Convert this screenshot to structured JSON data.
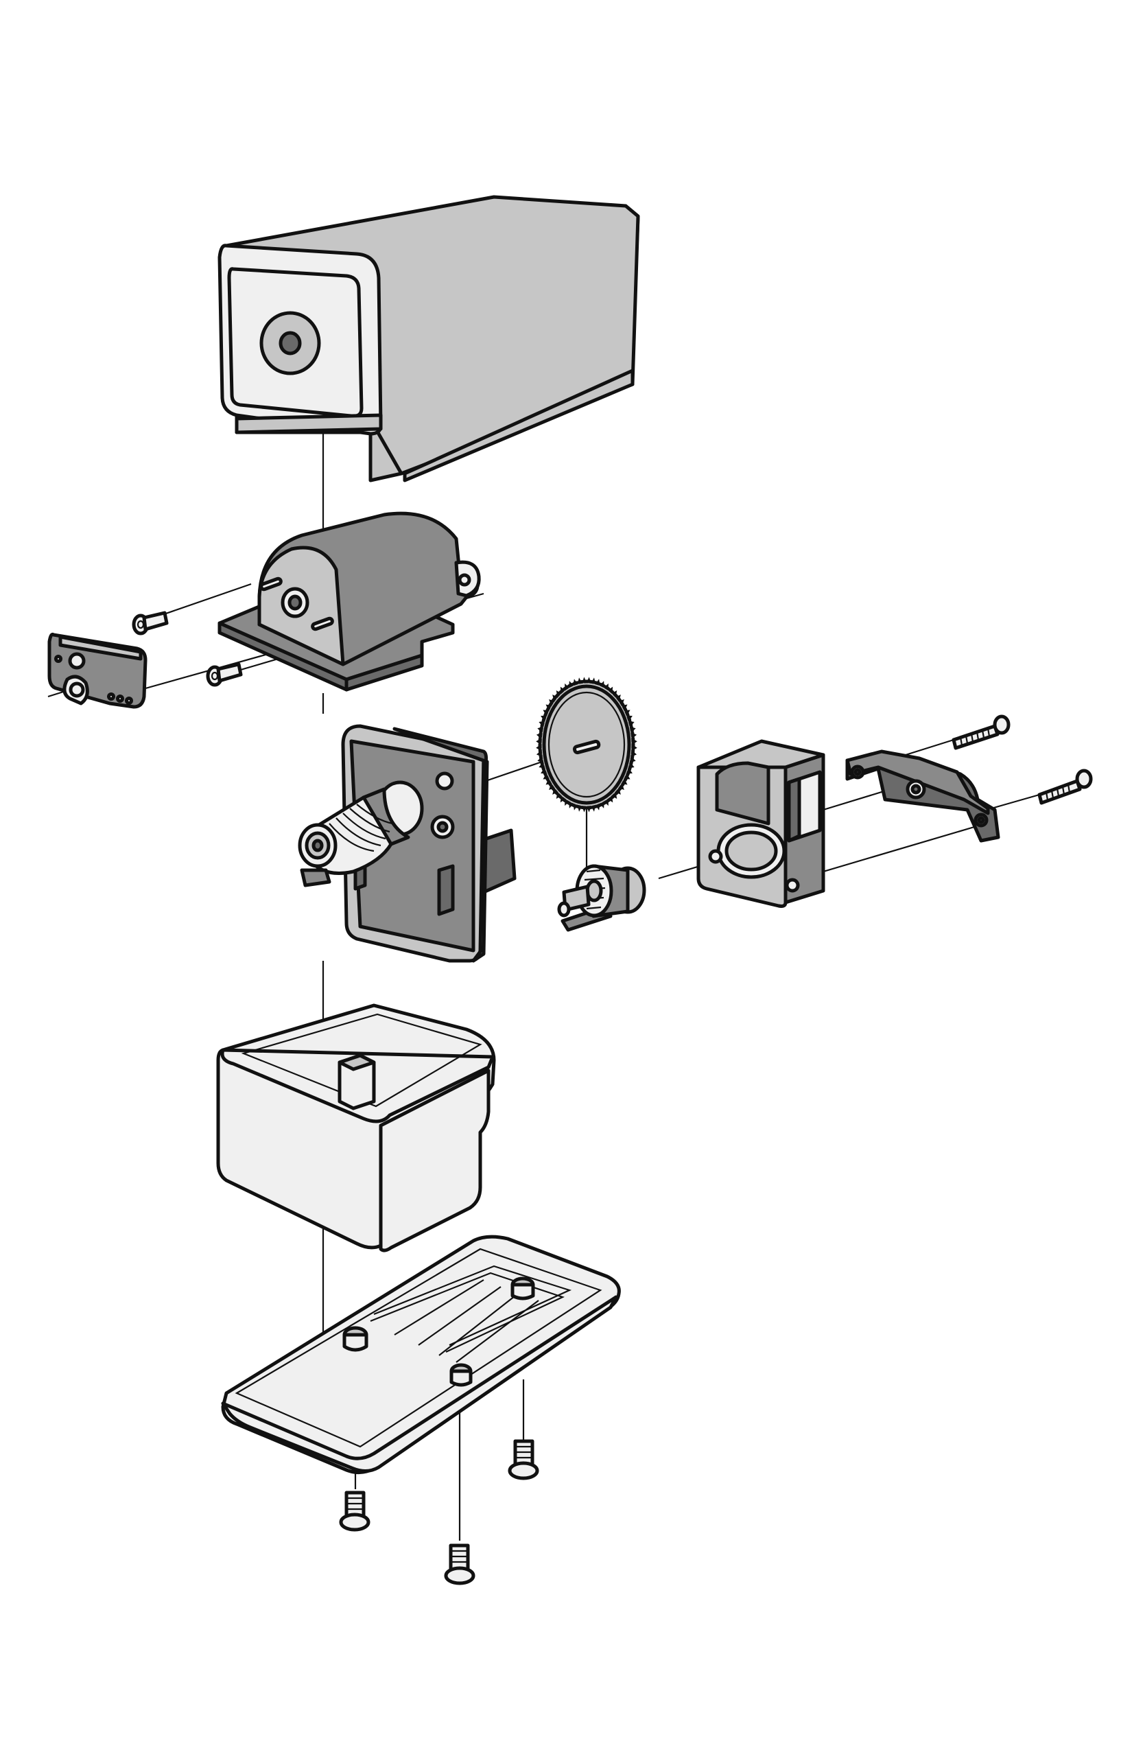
{
  "figure": {
    "type": "exploded-assembly-illustration",
    "background": "#ffffff",
    "colors": {
      "outline": "#111111",
      "light_gray": "#f0f0f0",
      "mid_gray": "#c6c6c6",
      "dark_gray": "#8a8a8a",
      "darker_gray": "#6a6a6a"
    },
    "parts": [
      "top-housing",
      "motor",
      "motor-side-bracket",
      "motor-screw",
      "gear-plate",
      "spur-gear",
      "pinion-gear",
      "cutter-guide",
      "mounting-bracket",
      "long-screw",
      "shavings-receptacle",
      "base-plate",
      "base-screw"
    ]
  }
}
